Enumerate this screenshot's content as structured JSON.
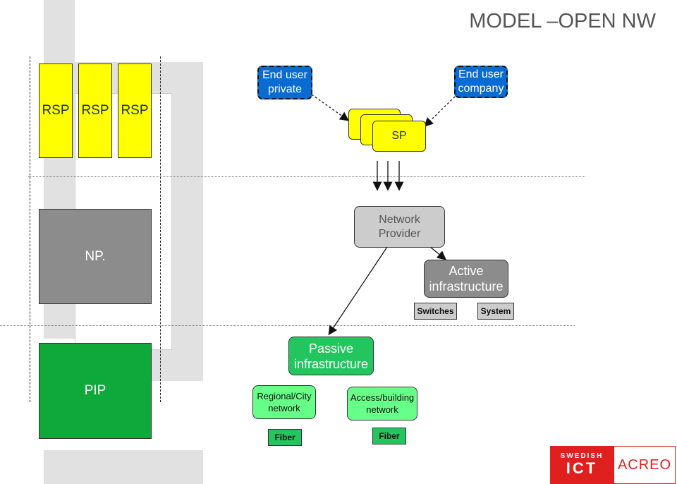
{
  "title": "MODEL –OPEN NW",
  "left": {
    "rsp_labels": [
      "RSP",
      "RSP",
      "RSP"
    ],
    "np_label": "NP.",
    "pip_label": "PIP"
  },
  "diagram": {
    "end_user_private": "End user private",
    "end_user_company": "End user company",
    "sp": "SP",
    "network_provider": "Network Provider",
    "active_infrastructure": "Active infrastructure",
    "switches": "Switches",
    "system": "System",
    "passive_infrastructure": "Passive infrastructure",
    "regional_city_network": "Regional/City network",
    "access_building_network": "Access/building network",
    "fiber_1": "Fiber",
    "fiber_2": "Fiber"
  },
  "logo": {
    "line1": "SWEDISH",
    "line2": "ICT",
    "partner": "ACREO"
  },
  "colors": {
    "rsp_yellow": "#ffff00",
    "np_gray": "#8c8c8c",
    "pip_green": "#0fa83a",
    "end_user_blue": "#0a6cd3",
    "passive_green": "#22c55e",
    "light_green": "#66ff88",
    "logo_red": "#e0201f"
  }
}
